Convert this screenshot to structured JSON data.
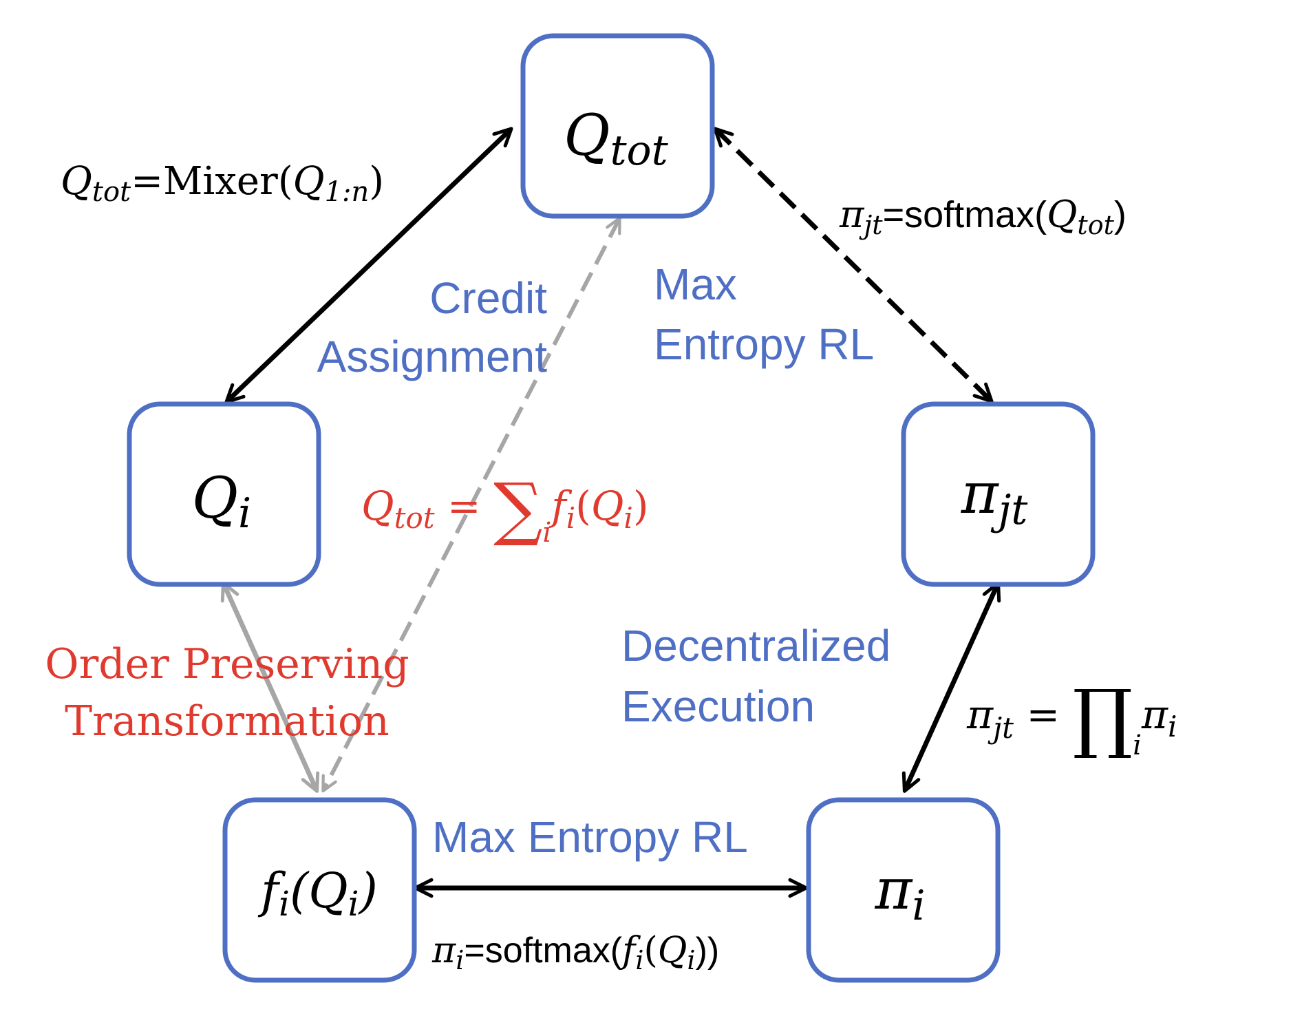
{
  "colors": {
    "box_stroke": "#4f6fc4",
    "black": "#000000",
    "gray": "#a6a6a6",
    "blue_text": "#4f6fc4",
    "red_text": "#e03a2f"
  },
  "nodes": {
    "q_tot": {
      "base": "Q",
      "sub": "tot"
    },
    "q_i": {
      "base": "Q",
      "sub": "i"
    },
    "pi_jt": {
      "base": "π",
      "sub": "jt"
    },
    "f_i_q_i": {
      "f": "f",
      "f_sub": "i",
      "open": "(",
      "q": "Q",
      "q_sub": "i",
      "close": ")"
    },
    "pi_i": {
      "base": "π",
      "sub": "i"
    }
  },
  "labels": {
    "mixer_eq": {
      "lhs": "Q",
      "lhs_sub": "tot",
      "eq": "=Mixer(",
      "arg": "Q",
      "arg_sub": "1:n",
      "close": ")"
    },
    "softmax_top": {
      "lhs": "π",
      "lhs_sub": "jt",
      "eq": "=softmax(",
      "arg": "Q",
      "arg_sub": "tot",
      "close": ")"
    },
    "credit_line1": "Credit",
    "credit_line2": "Assignment",
    "maxent_top_line1": "Max",
    "maxent_top_line2": "Entropy RL",
    "sum_eq": {
      "lhs": "Q",
      "lhs_sub": "tot",
      "eq": " = ",
      "op": "∑",
      "op_sub": "i",
      "f": "f",
      "f_sub": "i",
      "open": "(",
      "q": "Q",
      "q_sub": "i",
      "close": ")"
    },
    "order_line1": "Order Preserving",
    "order_line2": "Transformation",
    "decentral_line1": "Decentralized",
    "decentral_line2": "Execution",
    "prod_eq": {
      "lhs": "π",
      "lhs_sub": "jt",
      "eq": " = ",
      "op": "∏",
      "op_sub": "i",
      "rhs": "π",
      "rhs_sub": "i"
    },
    "maxent_bottom": "Max Entropy RL",
    "softmax_bottom": {
      "lhs": "π",
      "lhs_sub": "i",
      "eq": "=softmax(",
      "f": "f",
      "f_sub": "i",
      "open": "(",
      "q": "Q",
      "q_sub": "i",
      "close": "))"
    }
  }
}
